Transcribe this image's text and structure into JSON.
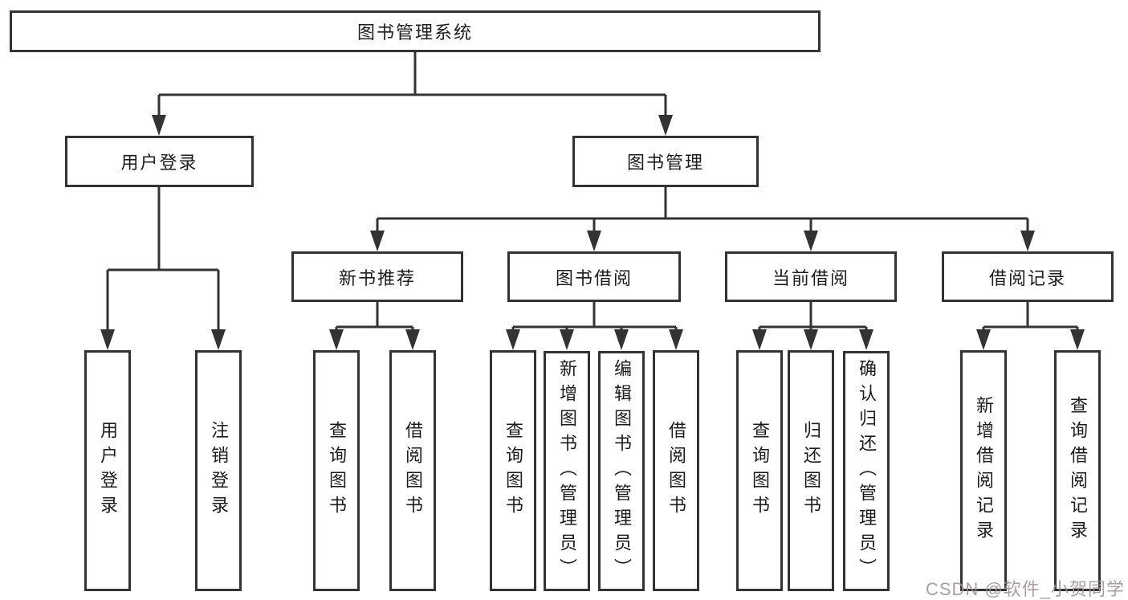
{
  "diagram": {
    "root": {
      "label": "图书管理系统"
    },
    "level2": [
      {
        "label": "用户登录"
      },
      {
        "label": "图书管理"
      }
    ],
    "level3": [
      {
        "label": "新书推荐"
      },
      {
        "label": "图书借阅"
      },
      {
        "label": "当前借阅"
      },
      {
        "label": "借阅记录"
      }
    ],
    "leaves": {
      "user_login": [
        {
          "label": "用户登录"
        },
        {
          "label": "注销登录"
        }
      ],
      "new_books": [
        {
          "label": "查询图书"
        },
        {
          "label": "借阅图书"
        }
      ],
      "book_borrow": [
        {
          "label": "查询图书"
        },
        {
          "label": "新增图书（管理员）"
        },
        {
          "label": "编辑图书（管理员）"
        },
        {
          "label": "借阅图书"
        }
      ],
      "current_borrow": [
        {
          "label": "查询图书"
        },
        {
          "label": "归还图书"
        },
        {
          "label": "确认归还（管理员）"
        }
      ],
      "borrow_records": [
        {
          "label": "新增借阅记录"
        },
        {
          "label": "查询借阅记录"
        }
      ]
    }
  },
  "colors": {
    "line": "#333333",
    "box_border": "#333333",
    "box_fill": "#ffffff",
    "watermark_text": "#a28f8f"
  },
  "watermark": {
    "text": "CSDN @软件_小贺同学"
  }
}
